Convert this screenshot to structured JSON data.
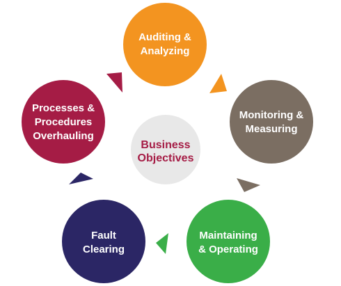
{
  "diagram": {
    "center": {
      "lines": [
        "Business",
        "Objectives"
      ],
      "color": "#e8e8e8",
      "text_color": "#a51c45"
    },
    "nodes": [
      {
        "id": "auditing",
        "lines": [
          "Auditing &",
          "Analyzing"
        ],
        "color": "#f39420"
      },
      {
        "id": "monitoring",
        "lines": [
          "Monitoring &",
          "Measuring"
        ],
        "color": "#7b6e62"
      },
      {
        "id": "maintaining",
        "lines": [
          "Maintaining",
          "& Operating"
        ],
        "color": "#3aae48"
      },
      {
        "id": "fault",
        "lines": [
          "Fault",
          "Clearing"
        ],
        "color": "#2b2665"
      },
      {
        "id": "processes",
        "lines": [
          "Processes &",
          "Procedures",
          "Overhauling"
        ],
        "color": "#a51c45"
      }
    ]
  }
}
